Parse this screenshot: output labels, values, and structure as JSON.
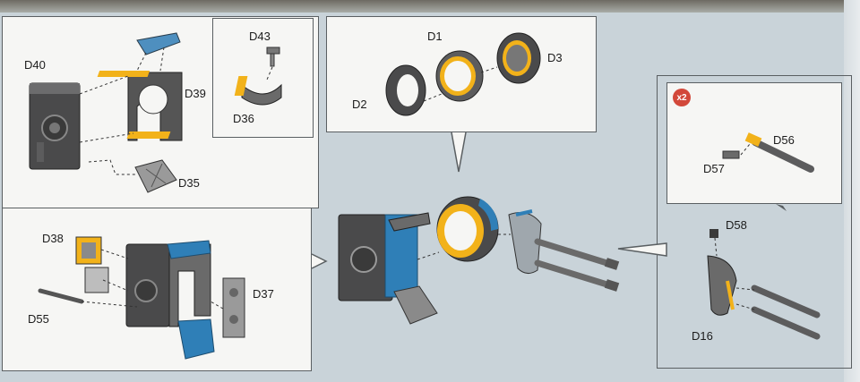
{
  "labels": {
    "d40": "D40",
    "d39": "D39",
    "d35": "D35",
    "d43": "D43",
    "d36": "D36",
    "d38": "D38",
    "d55": "D55",
    "d37": "D37",
    "d1": "D1",
    "d2": "D2",
    "d3": "D3",
    "d56": "D56",
    "d57": "D57",
    "d58": "D58",
    "d16": "D16"
  },
  "badge": "x2",
  "colors": {
    "part_gray": "#6f6f6f",
    "part_dark": "#3f3f40",
    "glue_yellow": "#f2b21a",
    "paint_blue": "#2f7fb7",
    "badge_red": "#d2483a",
    "panel_bg": "#f6f6f4"
  }
}
